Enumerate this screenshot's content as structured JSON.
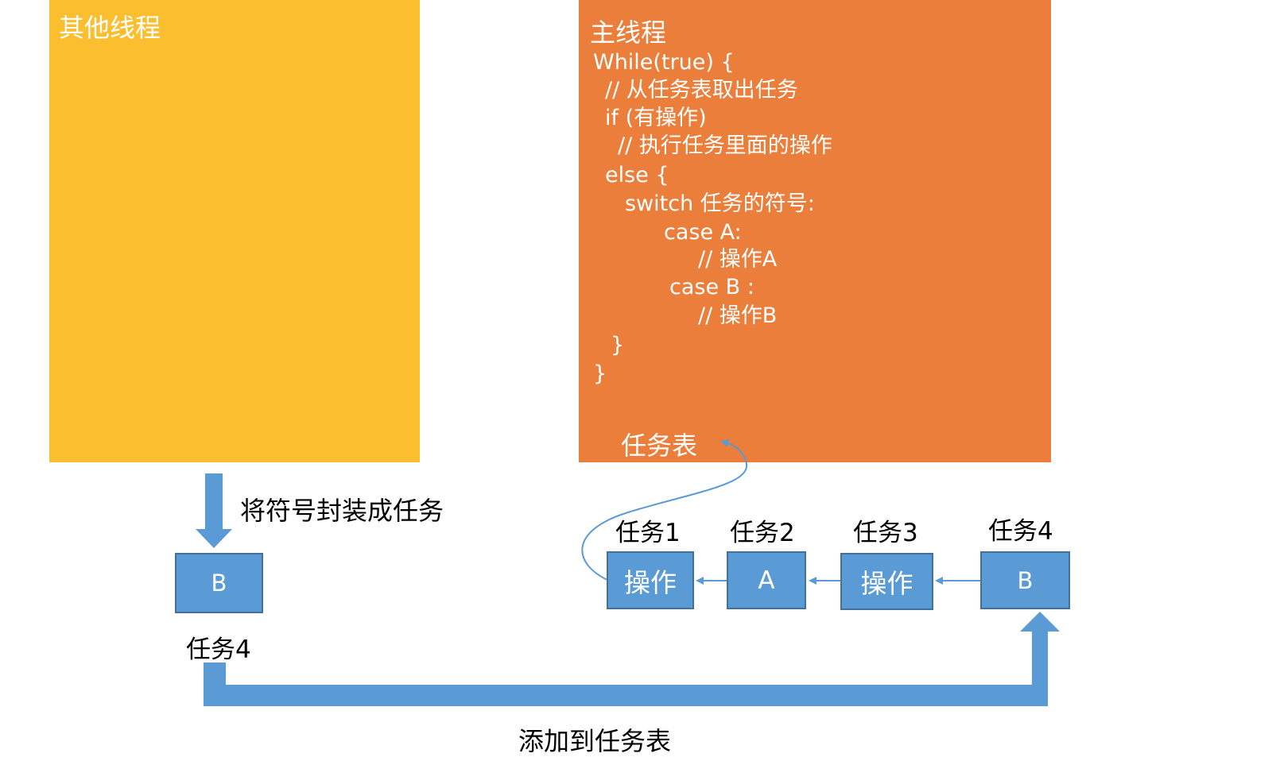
{
  "other_thread": {
    "title": "其他线程"
  },
  "main_thread": {
    "title": "主线程",
    "code_lines": [
      "While(true) {",
      "// 从任务表取出任务",
      "if (有操作)",
      "// 执行任务里面的操作",
      "else {",
      "switch 任务的符号:",
      "case A:",
      "// 操作A",
      "case B :",
      "// 操作B",
      "}",
      "}"
    ],
    "task_table_label": "任务表"
  },
  "encapsulate_label": "将符号封装成任务",
  "new_task": {
    "box_text": "B",
    "label": "任务4"
  },
  "task_queue": [
    {
      "label": "任务1",
      "box_text": "操作"
    },
    {
      "label": "任务2",
      "box_text": "A"
    },
    {
      "label": "任务3",
      "box_text": "操作"
    },
    {
      "label": "任务4",
      "box_text": "B"
    }
  ],
  "add_to_table_label": "添加到任务表",
  "colors": {
    "other_thread": "#fbbe2f",
    "main_thread": "#eb7e3b",
    "task_box": "#5b9bd5",
    "task_box_border": "#41719c",
    "arrow": "#5b9bd5"
  }
}
